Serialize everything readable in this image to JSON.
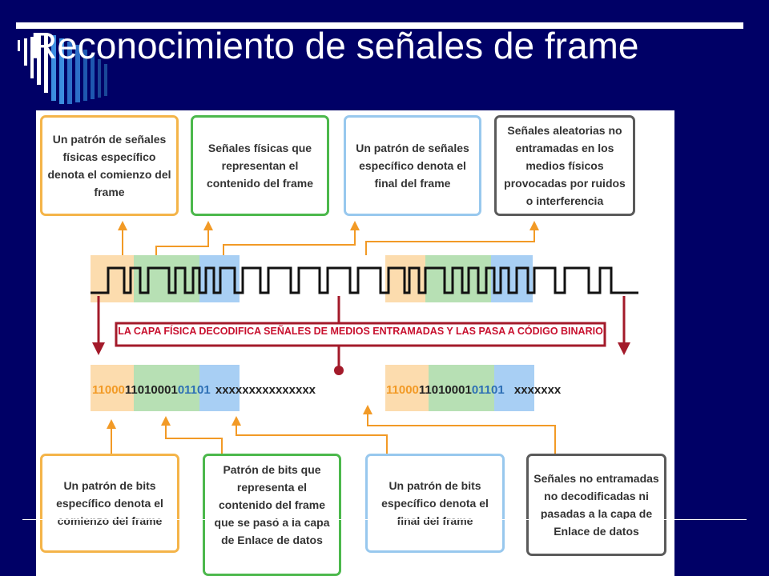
{
  "slide": {
    "title": "Reconocimiento de señales de frame"
  },
  "diagram": {
    "top_boxes": [
      {
        "text": "Un patrón de señales físicas específico denota el comienzo del frame",
        "color": "#f4b449"
      },
      {
        "text": "Señales físicas que representan el contenido del frame",
        "color": "#4cb84c"
      },
      {
        "text": "Un patrón de señales específico denota el final del frame",
        "color": "#98c8ee"
      },
      {
        "text": "Señales aleatorias no entramadas en los medios físicos provocadas por ruidos o interferencia",
        "color": "#5a5a5a"
      }
    ],
    "banner": "LA CAPA FÍSICA DECODIFICA SEÑALES DE MEDIOS ENTRAMADAS Y LAS PASA A CÓDIGO BINARIO",
    "bits_left": {
      "start": "11000",
      "content": "11010001",
      "end": "01101",
      "noise": "xxxxxxxxxxxxxxx"
    },
    "bits_right": {
      "start": "11000",
      "content": "11010001",
      "end": "01101",
      "noise": "xxxxxxx"
    },
    "bottom_boxes": [
      {
        "text": "Un patrón de bits específico denota el comienzo del frame",
        "color": "#f4b449"
      },
      {
        "text": "Patrón de bits que representa el contenido del frame que se pasó a la capa de Enlace de datos",
        "color": "#4cb84c"
      },
      {
        "text": "Un patrón de bits específico denota el final del frame",
        "color": "#98c8ee"
      },
      {
        "text": "Señales no entramadas no decodificadas ni pasadas a la capa de Enlace de datos",
        "color": "#5a5a5a"
      }
    ],
    "colors": {
      "orange": "#f4b449",
      "green": "#4cb84c",
      "blue": "#98c8ee",
      "gray": "#5a5a5a",
      "red": "#a31a2a"
    }
  }
}
